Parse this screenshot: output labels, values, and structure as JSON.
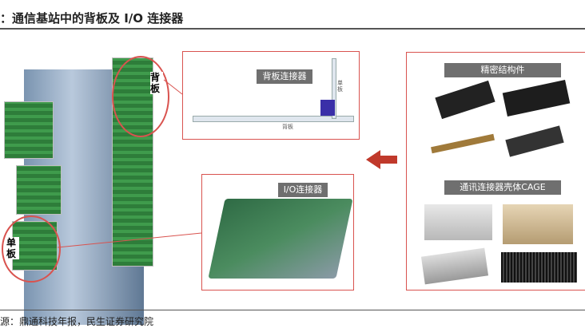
{
  "title": "：通信基站中的背板及 I/O 连接器",
  "left_figure": {
    "backplane_label": "背板",
    "board_label": "单板"
  },
  "backplane_panel": {
    "callout": "背板连接器",
    "board_label": "单板",
    "backplane_label": "背板"
  },
  "io_panel": {
    "callout": "I/O连接器"
  },
  "right_panel": {
    "section1": "精密结构件",
    "section2": "通讯连接器壳体CAGE"
  },
  "source": "源：鼎通科技年报，民生证券研究院",
  "colors": {
    "accent": "#d9534f",
    "arrow": "#c0392b",
    "connector": "#3a2fa8"
  }
}
